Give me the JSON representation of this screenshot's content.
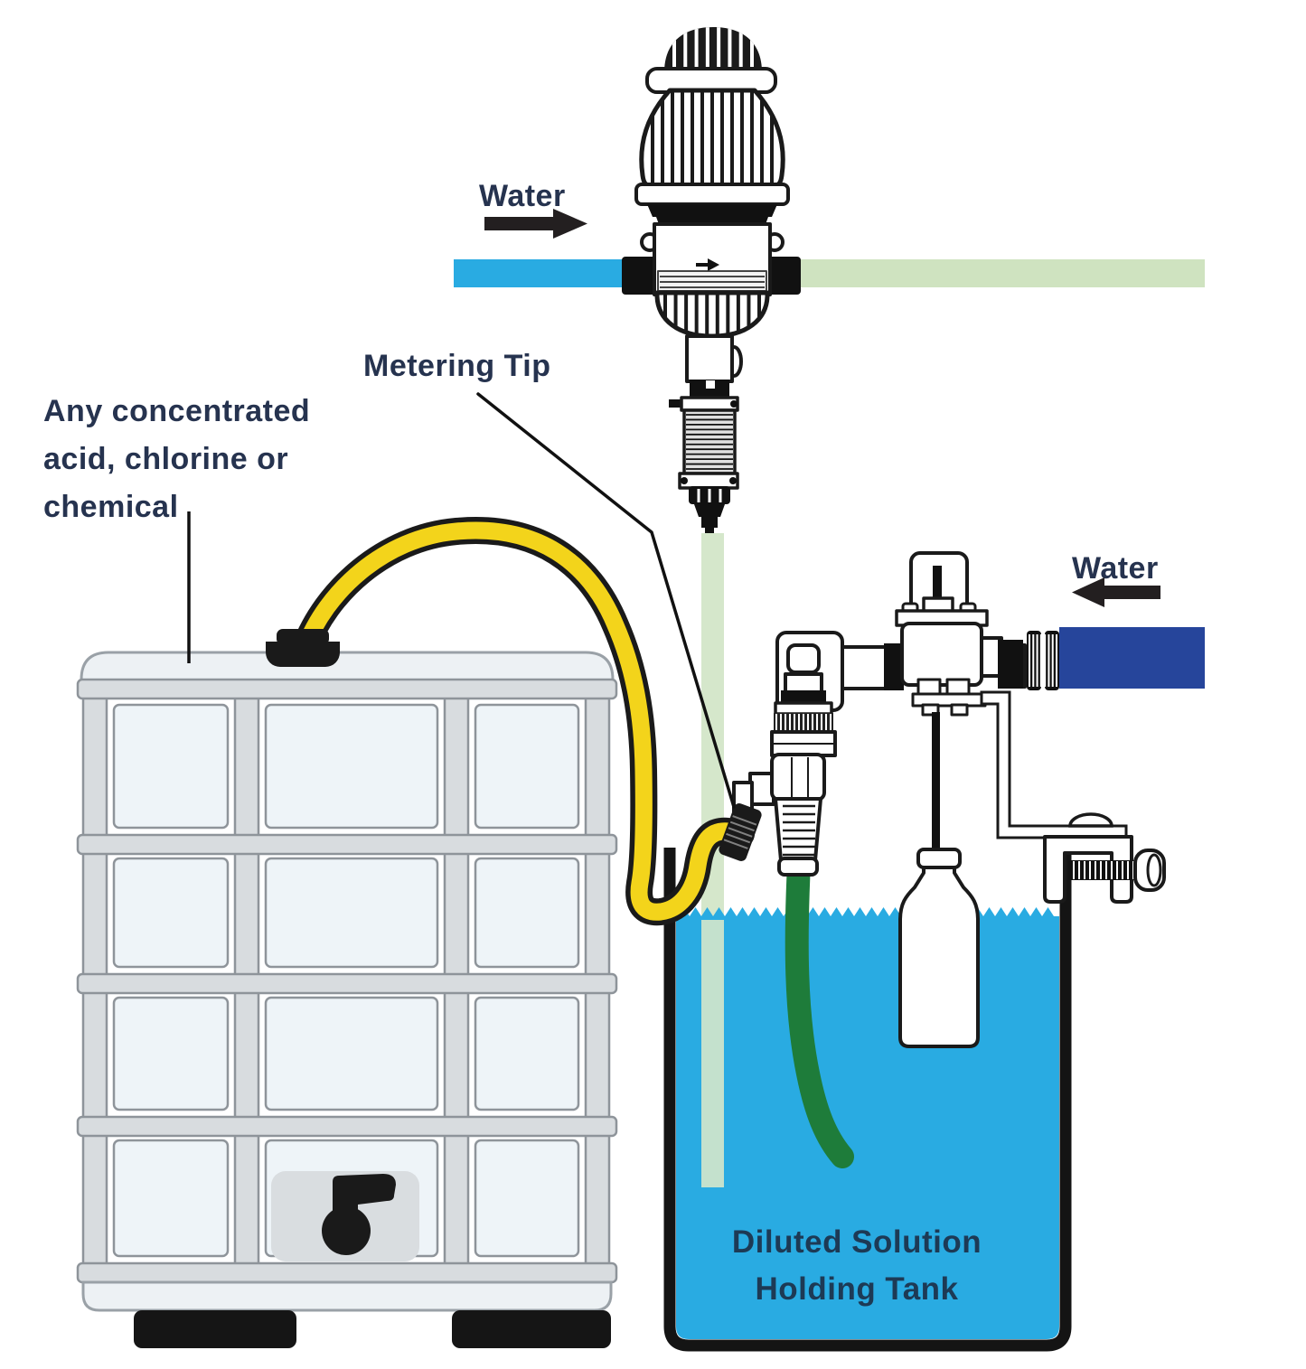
{
  "labels": {
    "water_inlet": "Water",
    "water_supply": "Water",
    "metering_tip": "Metering Tip",
    "chemical_source": [
      "Any concentrated",
      "acid, chlorine or",
      "chemical"
    ],
    "holding_tank": [
      "Diluted Solution",
      "Holding Tank"
    ]
  },
  "icons": {
    "water_inlet_arrow": "arrow-right",
    "water_supply_arrow": "arrow-left"
  },
  "colors": {
    "water_pipe_blue": "#29ABE2",
    "solution_pipe_green": "#CFE3C0",
    "drop_pipe_green": "#D5E7CB",
    "tank_water_blue": "#29ABE2",
    "chemical_tube_yellow": "#F3D41B",
    "supply_hose_navy": "#26459B",
    "suction_tube_green": "#1E7C3A",
    "label_text_navy": "#26334F",
    "outline_black": "#1A1A1A"
  }
}
